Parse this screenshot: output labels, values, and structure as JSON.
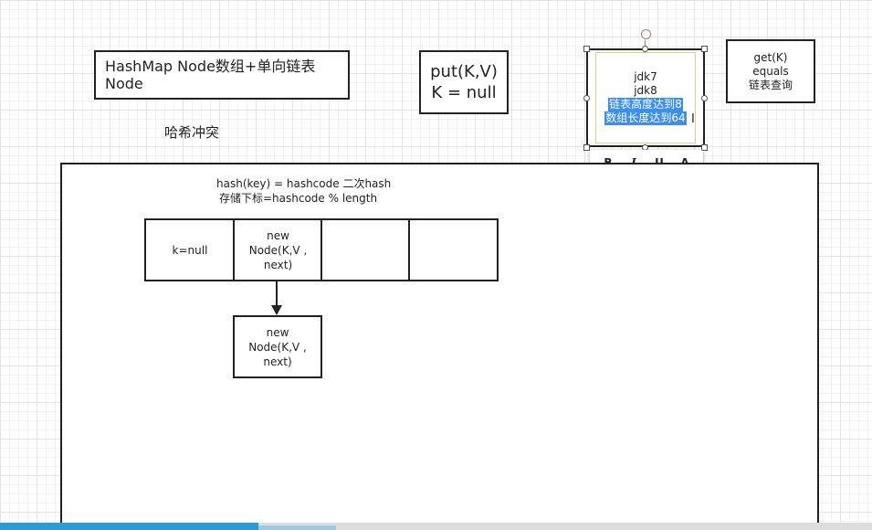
{
  "hashmap_box": {
    "line1": "HashMap   Node数组+单向链表",
    "line2": "Node"
  },
  "put_box": {
    "line1": "put(K,V)",
    "line2": "K = null"
  },
  "jdk_box": {
    "line1": "jdk7",
    "line2": "jdk8",
    "line3": "链表高度达到8",
    "line4": "数组长度达到64"
  },
  "text_toolbar": {
    "bold": "B",
    "italic": "I",
    "underline": "U",
    "font_color": "A"
  },
  "get_box": {
    "line1": "get(K)",
    "line2": "equals",
    "line3": "链表查询"
  },
  "hash_conflict": "哈希冲突",
  "hash_formula": {
    "line1": "hash(key) = hashcode 二次hash",
    "line2": "存储下标=hashcode  % length"
  },
  "array_cells": [
    {
      "text": "k=null"
    },
    {
      "line1": "new",
      "line2": "Node(K,V ,",
      "line3": "next)"
    },
    {
      "text": ""
    },
    {
      "text": ""
    }
  ],
  "linked_node": {
    "line1": "new",
    "line2": "Node(K,V ,",
    "line3": "next)"
  },
  "icons": {
    "cursor": "text-cursor-icon",
    "rotate": "rotate-handle-icon"
  },
  "colors": {
    "selection": "#3c8ff0",
    "scrollbar": "#2a9bd5"
  }
}
